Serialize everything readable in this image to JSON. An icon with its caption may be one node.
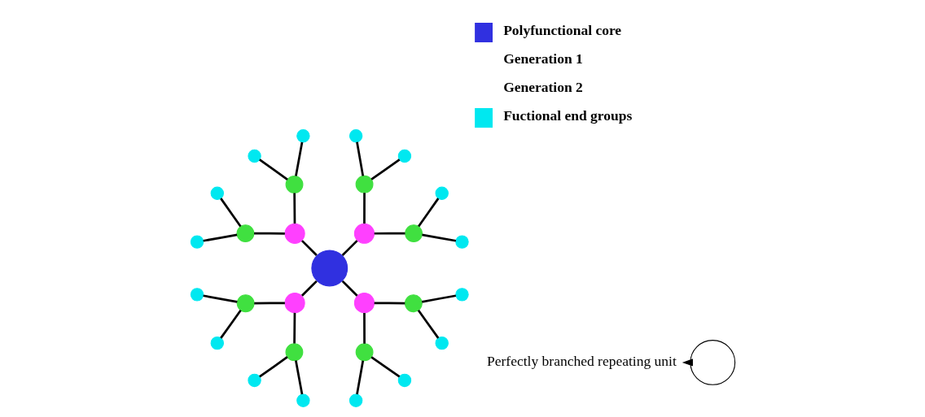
{
  "diagram": {
    "nodes": [
      {
        "text": [],
        "shape": "circle"
      },
      {
        "text": [],
        "shape": "circle"
      },
      {
        "text": [],
        "shape": "circle"
      },
      {
        "text": [],
        "shape": "circle"
      },
      {
        "text": [],
        "shape": "circle"
      },
      {
        "text": [],
        "shape": "circle"
      },
      {
        "text": [],
        "shape": "circle"
      },
      {
        "text": [],
        "shape": "circle"
      },
      {
        "text": [],
        "shape": "circle"
      },
      {
        "text": [],
        "shape": "circle"
      },
      {
        "text": [],
        "shape": "circle"
      },
      {
        "text": [],
        "shape": "circle"
      },
      {
        "text": [],
        "shape": "circle"
      },
      {
        "text": [],
        "shape": "circle"
      },
      {
        "text": [],
        "shape": "circle"
      },
      {
        "text": [],
        "shape": "circle"
      },
      {
        "text": [],
        "shape": "circle"
      },
      {
        "text": [],
        "shape": "circle"
      },
      {
        "text": [],
        "shape": "circle"
      },
      {
        "text": [],
        "shape": "circle"
      },
      {
        "text": [],
        "shape": "circle"
      },
      {
        "text": [],
        "shape": "circle"
      },
      {
        "text": [],
        "shape": "circle"
      },
      {
        "text": [],
        "shape": "circle"
      },
      {
        "text": [],
        "shape": "circle"
      },
      {
        "text": [],
        "shape": "circle"
      },
      {
        "text": [],
        "shape": "circle"
      },
      {
        "text": [],
        "shape": "circle"
      },
      {
        "text": [],
        "shape": "circle"
      },
      {
        "text": [],
        "shape": "circle"
      },
      {
        "text": [
          "Perfectly branched repeating unit"
        ]
      }
    ],
    "edges": [
      {
        "from": 0,
        "to": 1,
        "arrow": "none"
      },
      {
        "from": 0,
        "to": 2,
        "arrow": "none"
      },
      {
        "from": 0,
        "to": 3,
        "arrow": "none"
      },
      {
        "from": 0,
        "to": 4,
        "arrow": "none"
      },
      {
        "from": 1,
        "to": 5,
        "arrow": "none"
      },
      {
        "from": 1,
        "to": 6,
        "arrow": "none"
      },
      {
        "from": 2,
        "to": 7,
        "arrow": "none"
      },
      {
        "from": 2,
        "to": 8,
        "arrow": "none"
      },
      {
        "from": 3,
        "to": 9,
        "arrow": "none"
      },
      {
        "from": 3,
        "to": 10,
        "arrow": "none"
      },
      {
        "from": 4,
        "to": 11,
        "arrow": "none"
      },
      {
        "from": 4,
        "to": 12,
        "arrow": "none"
      },
      {
        "from": 5,
        "to": 13,
        "arrow": "none"
      },
      {
        "from": 5,
        "to": 14,
        "arrow": "none"
      },
      {
        "from": 6,
        "to": 15,
        "arrow": "none"
      },
      {
        "from": 6,
        "to": 16,
        "arrow": "none"
      },
      {
        "from": 7,
        "to": 17,
        "arrow": "none"
      },
      {
        "from": 7,
        "to": 18,
        "arrow": "none"
      },
      {
        "from": 8,
        "to": 19,
        "arrow": "none"
      },
      {
        "from": 8,
        "to": 20,
        "arrow": "none"
      },
      {
        "from": 9,
        "to": 21,
        "arrow": "none"
      },
      {
        "from": 9,
        "to": 22,
        "arrow": "none"
      },
      {
        "from": 10,
        "to": 23,
        "arrow": "none"
      },
      {
        "from": 10,
        "to": 24,
        "arrow": "none"
      },
      {
        "from": 11,
        "to": 25,
        "arrow": "none"
      },
      {
        "from": 11,
        "to": 26,
        "arrow": "none"
      },
      {
        "from": 12,
        "to": 27,
        "arrow": "none"
      },
      {
        "from": 12,
        "to": 28,
        "arrow": "none"
      },
      {
        "from": 29,
        "to": 30,
        "arrow": "to"
      }
    ],
    "legend": [
      {
        "text": "Polyfunctional core",
        "color": "#3030e0"
      },
      {
        "text": "Generation 1"
      },
      {
        "text": "Generation 2"
      },
      {
        "text": "Fuctional end groups",
        "color": "#00e8f0"
      }
    ]
  }
}
